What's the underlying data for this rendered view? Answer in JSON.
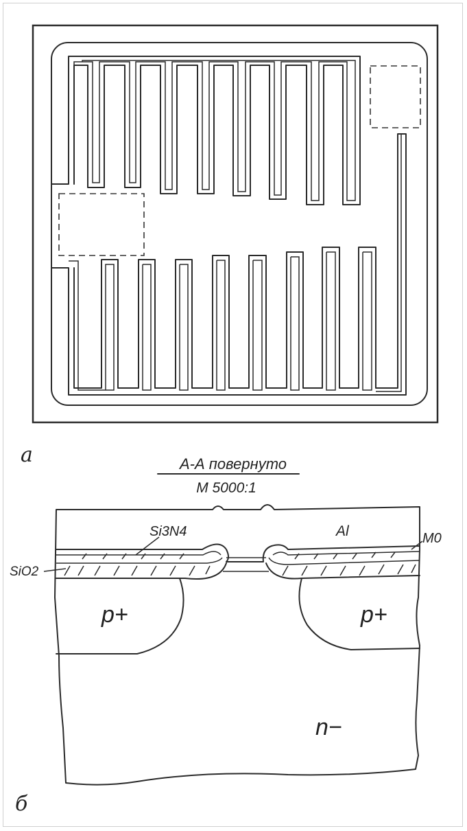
{
  "figure": {
    "panel_a_label": "а",
    "panel_b_label": "б",
    "section_title": "А-А повернуто",
    "section_scale": "М 5000:1",
    "labels": {
      "si3n4": "Si3N4",
      "al": "Al",
      "m0": "M0",
      "sio2": "SiO2",
      "p_plus_left": "p+",
      "p_plus_right": "p+",
      "n_minus": "n−"
    }
  }
}
